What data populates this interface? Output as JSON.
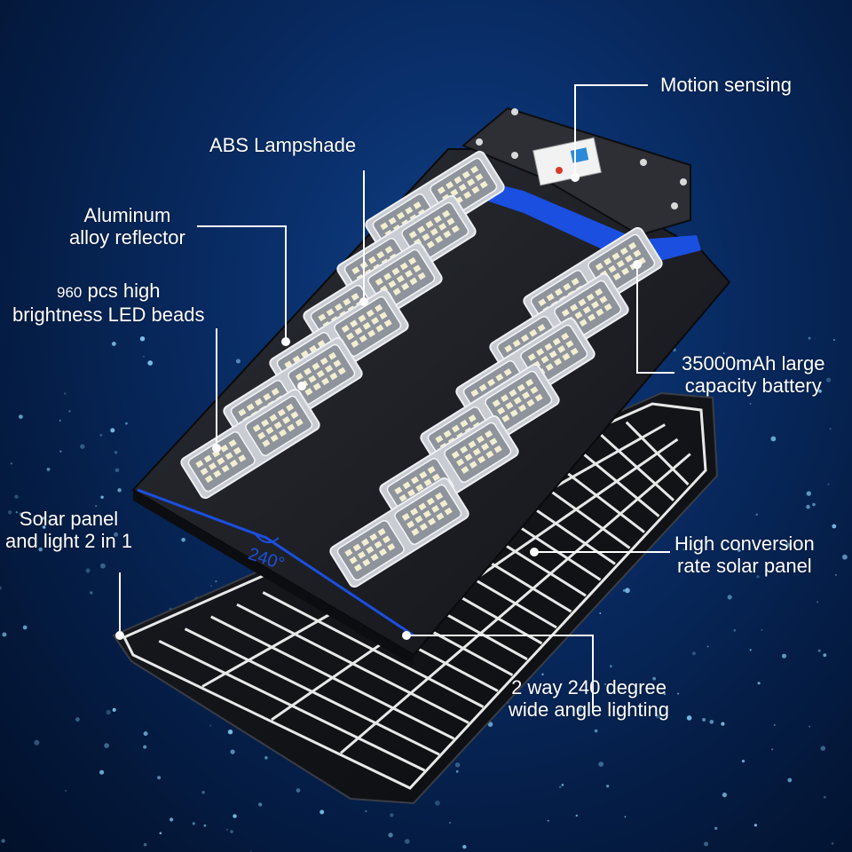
{
  "callouts": {
    "motion_sensing": "Motion sensing",
    "abs_lampshade": "ABS Lampshade",
    "reflector": {
      "line1": "Aluminum",
      "line2": "alloy reflector"
    },
    "led_beads": {
      "count": "960",
      "line1_rest": "pcs high",
      "line2": "brightness LED beads"
    },
    "battery": {
      "line1": "35000mAh large",
      "line2": "capacity battery"
    },
    "solar_2in1": {
      "line1": "Solar panel",
      "line2": "and light 2 in 1"
    },
    "solar_panel": {
      "line1": "High conversion",
      "line2": "rate solar panel"
    },
    "wide_angle": {
      "line1": "2 way 240 degree",
      "line2": "wide angle lighting"
    }
  },
  "angle_marker": "240°",
  "colors": {
    "background": "#062560",
    "housing": "#1b1d22",
    "accent_blue": "#1b4fe0",
    "callout_line": "#ffffff"
  }
}
